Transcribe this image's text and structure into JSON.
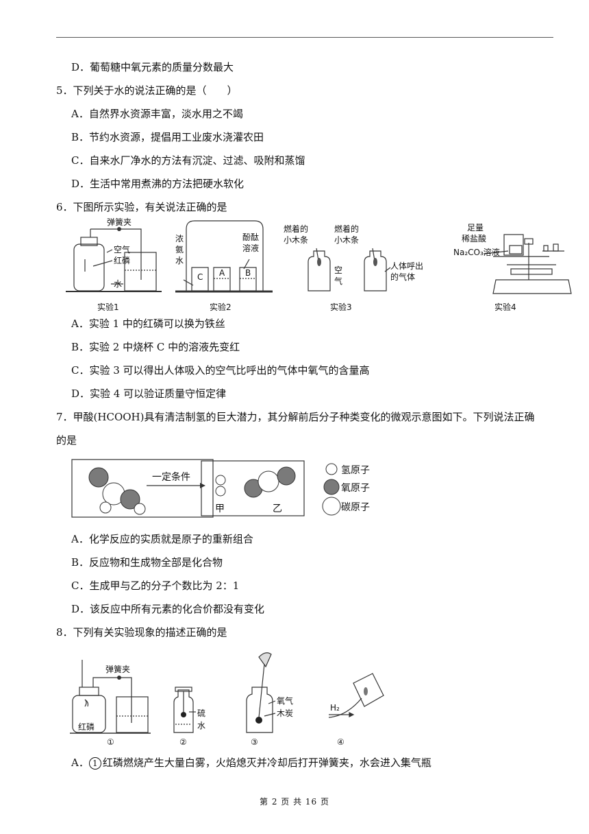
{
  "q4": {
    "optD": "D．葡萄糖中氧元素的质量分数最大"
  },
  "q5": {
    "stem": "5．下列关于水的说法正确的是（　　）",
    "options": [
      "A．自然界水资源丰富，淡水用之不竭",
      "B．节约水资源，提倡用工业废水浇灌农田",
      "C．自来水厂净水的方法有沉淀、过滤、吸附和蒸馏",
      "D．生活中常用煮沸的方法把硬水软化"
    ]
  },
  "q6": {
    "stem": "6．下图所示实验，有关说法正确的是",
    "figure": {
      "exp1": {
        "caption": "实验1",
        "clamp": "弹簧夹",
        "air": "空气",
        "phosphorus": "红磷",
        "water": "水"
      },
      "exp2": {
        "caption": "实验2",
        "ammonia": [
          "浓",
          "氨",
          "水"
        ],
        "phenol": [
          "酚酞",
          "溶液"
        ],
        "beakers": [
          "C",
          "A",
          "B"
        ]
      },
      "exp3": {
        "caption": "实验3",
        "stick1": [
          "燃着的",
          "小木条"
        ],
        "stick2": [
          "燃着的",
          "小木条"
        ],
        "air": [
          "空",
          "气"
        ],
        "breath": [
          "人体呼出",
          "的气体"
        ]
      },
      "exp4": {
        "caption": "实验4",
        "acid": [
          "足量",
          "稀盐酸"
        ],
        "solution": "Na₂CO₃溶液"
      }
    },
    "options": [
      "A．实验 1 中的红磷可以换为铁丝",
      "B．实验 2 中烧杯 C 中的溶液先变红",
      "C．实验 3 可以得出人体吸入的空气比呼出的气体中氧气的含量高",
      "D．实验 4 可以验证质量守恒定律"
    ]
  },
  "q7": {
    "stem1": "7．甲酸(HCOOH)具有清洁制氢的巨大潜力，其分解前后分子种类变化的微观示意图如下。下列说法正确",
    "stem2": "的是",
    "figure": {
      "condition": "一定条件",
      "product1": "甲",
      "product2": "乙",
      "legend": [
        "氢原子",
        "氧原子",
        "碳原子"
      ]
    },
    "options": [
      "A．化学反应的实质就是原子的重新组合",
      "B．反应物和生成物全部是化合物",
      "C．生成甲与乙的分子个数比为 2：1",
      "D．该反应中所有元素的化合价都没有变化"
    ]
  },
  "q8": {
    "stem": "8．下列有关实验现象的描述正确的是",
    "figure": {
      "clamp": "弹簧夹",
      "phosphorus": "红磷",
      "sulfur": "硫",
      "water": "水",
      "oxygen": "氧气",
      "charcoal": "木炭",
      "h2": "H₂",
      "labels": [
        "①",
        "②",
        "③",
        "④"
      ]
    },
    "optA_mark": "1",
    "optA_text": "红磷燃烧产生大量白雾，火焰熄灭并冷却后打开弹簧夹，水会进入集气瓶",
    "optA_prefix": "A．"
  },
  "footer": "第 2 页 共 16 页"
}
